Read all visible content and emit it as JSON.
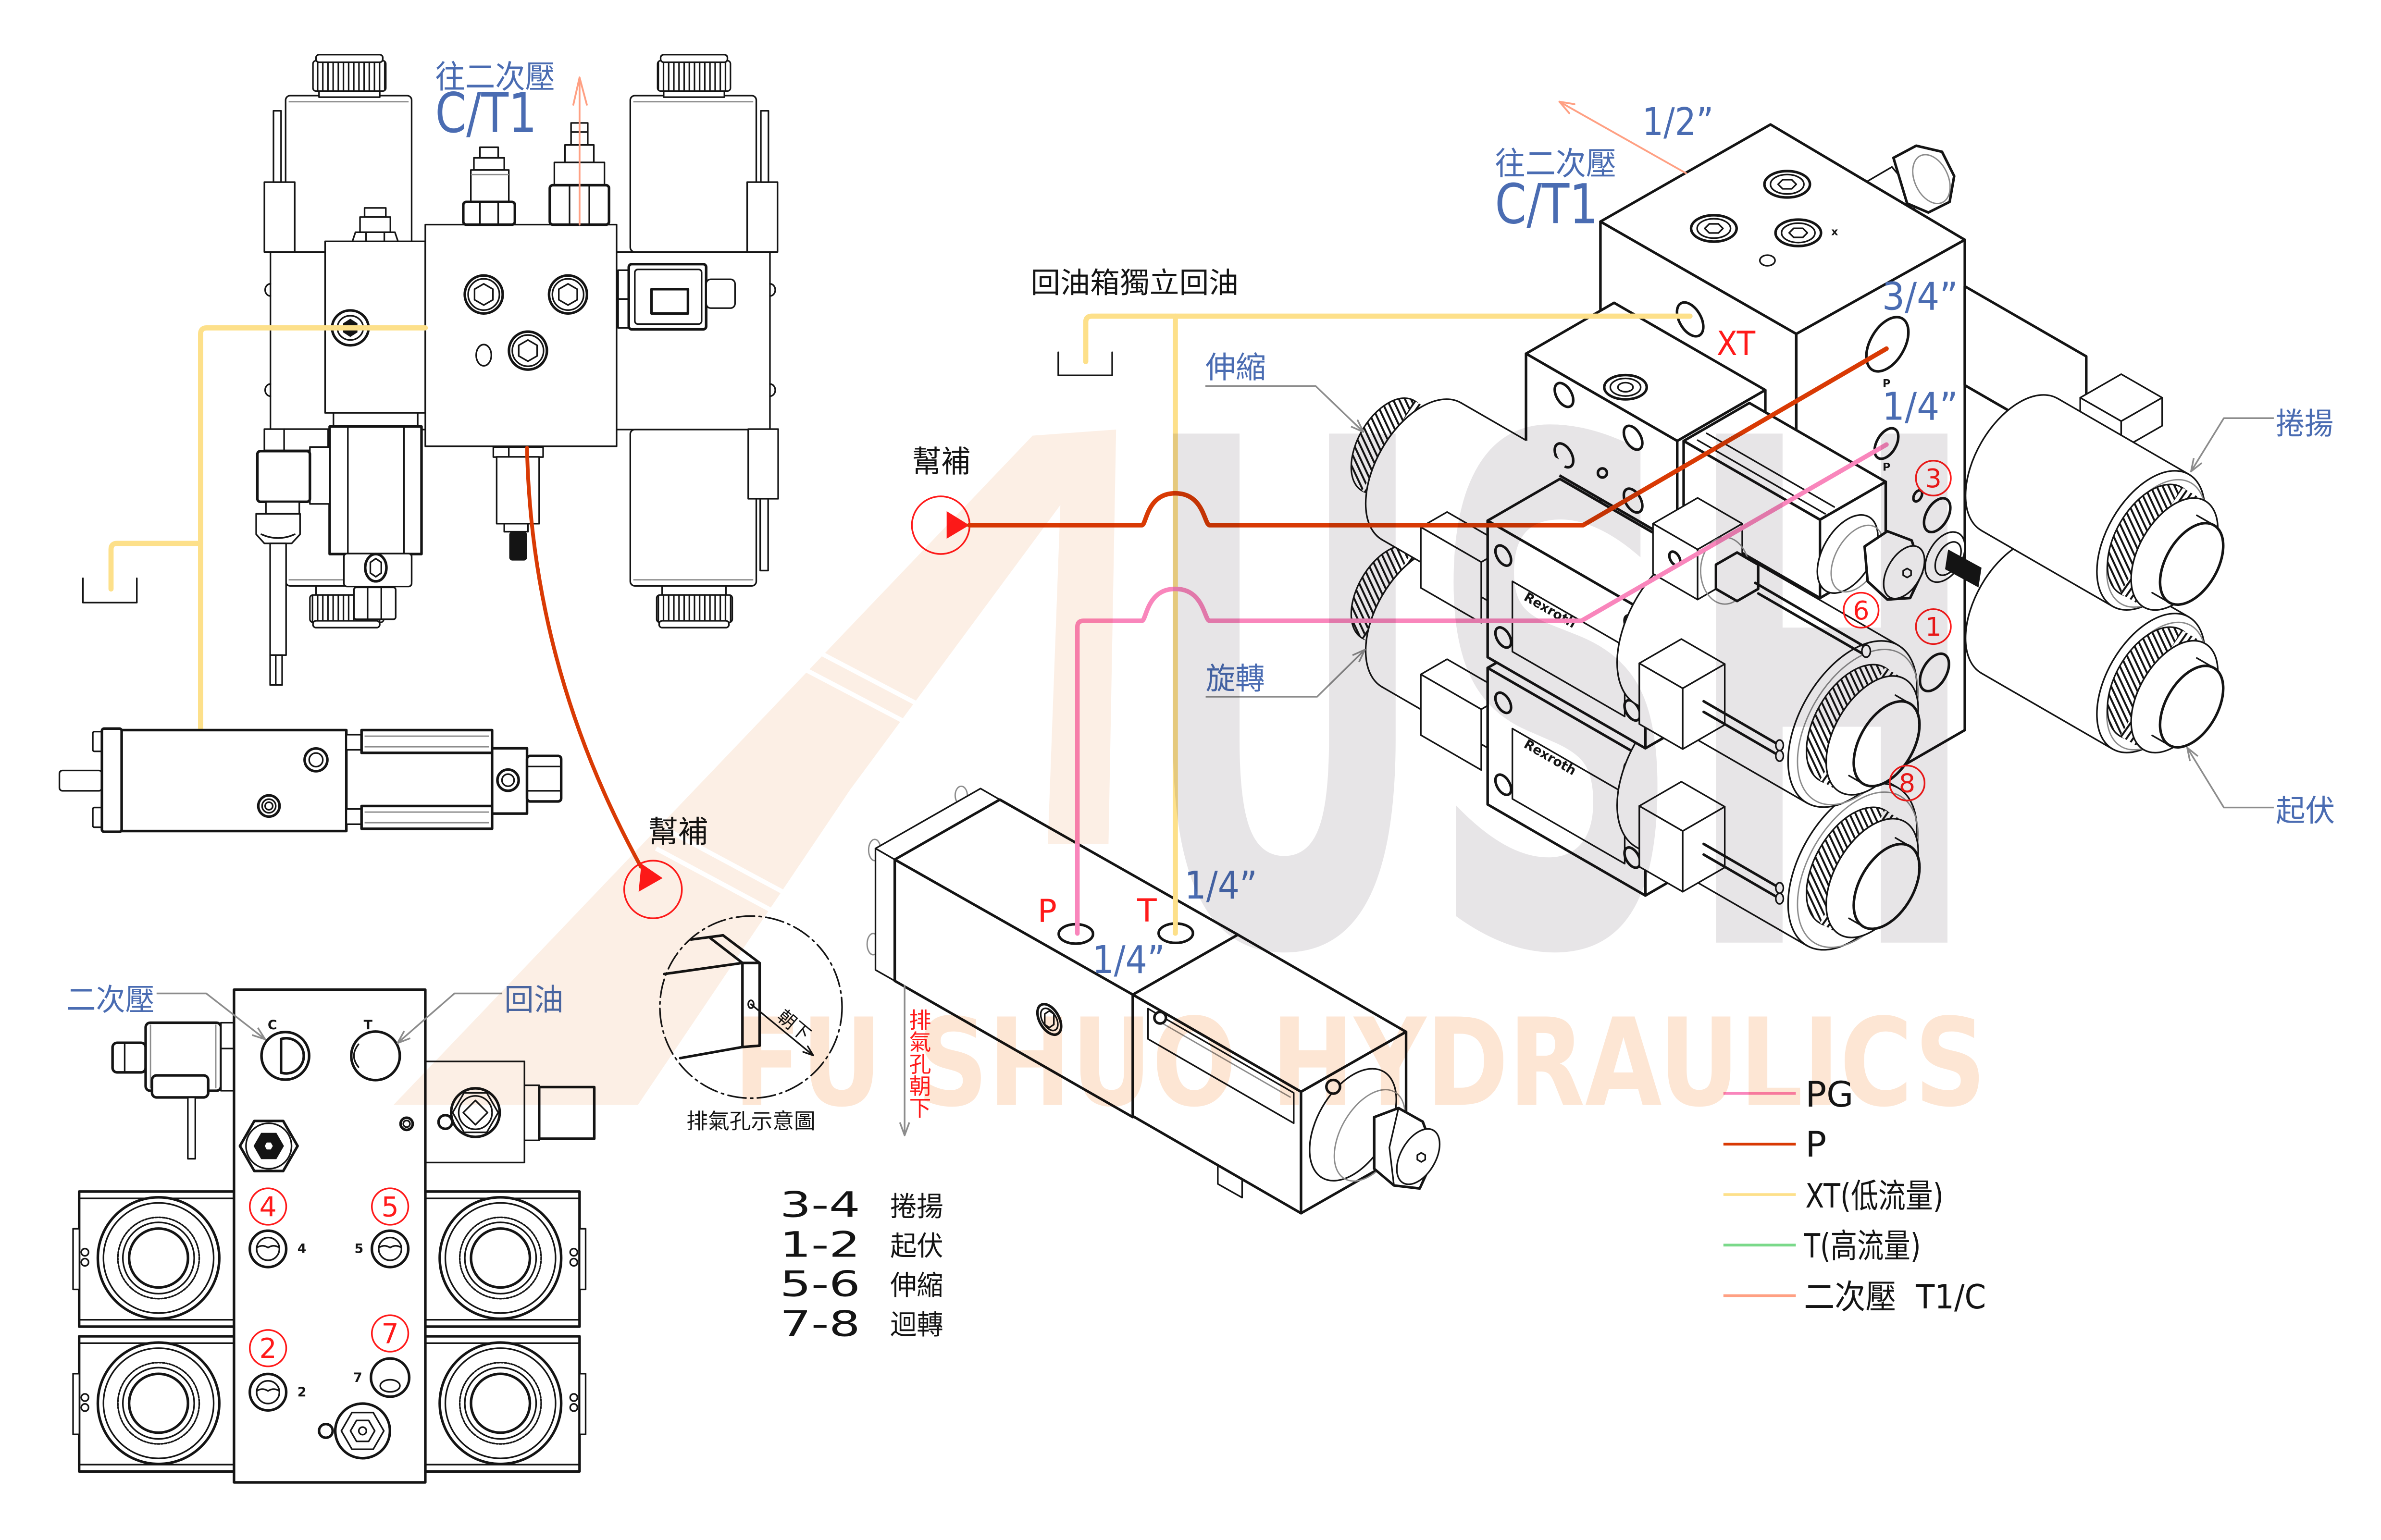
{
  "front_view": {
    "to_secondary_label": "往二次壓",
    "secondary_port": "C/T1",
    "makeup_label": "幫補"
  },
  "isometric_view": {
    "to_secondary_label": "往二次壓",
    "secondary_port": "C/T1",
    "secondary_port_size": "1/2”",
    "tank_return_label": "回油箱獨立回油",
    "xt_port": "XT",
    "p_port_size": "3/4”",
    "pg_port_size": "1/4”",
    "port_marks": [
      "P",
      "P"
    ],
    "top_mark": "x",
    "makeup_label": "幫補",
    "function_labels": {
      "telescope": "伸縮",
      "slew": "旋轉",
      "winch": "捲揚",
      "luffing": "起伏"
    },
    "port_callouts": [
      "3",
      "6",
      "1",
      "8"
    ],
    "valve_brand": "Rexroth"
  },
  "pilot_valve": {
    "p_port": "P",
    "t_port": "T",
    "p_port_size": "1/4”",
    "t_port_size": "1/4”",
    "vent_note": "排氣孔朝下"
  },
  "vent_detail": {
    "direction_label": "朝下",
    "caption": "排氣孔示意圖"
  },
  "bottom_view": {
    "secondary_label": "二次壓",
    "return_label": "回油",
    "port_c": "C",
    "port_t": "T",
    "ports": [
      {
        "callout": "4",
        "mark": "4"
      },
      {
        "callout": "5",
        "mark": "5"
      },
      {
        "callout": "2",
        "mark": "2"
      },
      {
        "callout": "7",
        "mark": "7"
      }
    ]
  },
  "function_table": [
    {
      "ports": "3-4",
      "function": "捲揚"
    },
    {
      "ports": "1-2",
      "function": "起伏"
    },
    {
      "ports": "5-6",
      "function": "伸縮"
    },
    {
      "ports": "7-8",
      "function": "迴轉"
    }
  ],
  "legend": [
    {
      "label": "PG",
      "color": "#f986bc"
    },
    {
      "label": "P",
      "color": "#d93a04"
    },
    {
      "label": "XT(低流量)",
      "color": "#fde08a"
    },
    {
      "label": "T(高流量)",
      "color": "#7ad98a"
    },
    {
      "label": "二次壓  T1/C",
      "color": "#ffa083"
    }
  ],
  "watermark": {
    "logo": "USH",
    "company": "FU SHUO HYDRAULICS"
  }
}
